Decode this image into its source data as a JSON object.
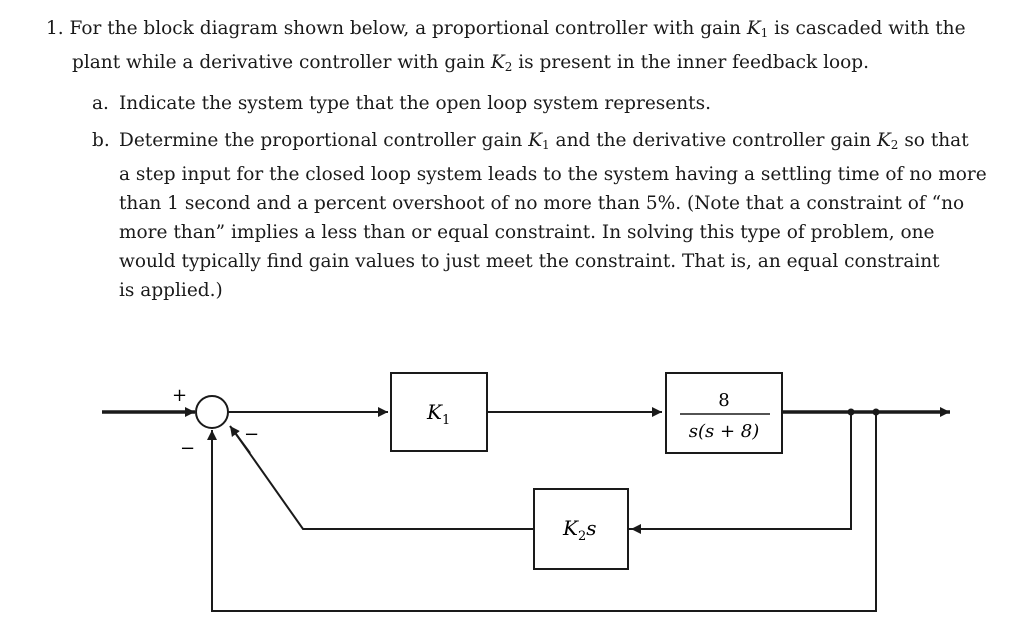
{
  "problem": {
    "number": "1.",
    "intro_line1_a": "For the block diagram shown below, a proportional controller with gain ",
    "intro_line1_var": "K",
    "intro_line1_sub": "1",
    "intro_line1_b": " is cascaded with the",
    "intro_line2_a": "plant while a derivative controller with gain ",
    "intro_line2_var": "K",
    "intro_line2_sub": "2",
    "intro_line2_b": " is present in the inner feedback loop.",
    "part_a": {
      "label": "a.",
      "text": "Indicate the system type that the open loop system represents."
    },
    "part_b": {
      "label": "b.",
      "line1_a": "Determine the proportional controller gain ",
      "line1_var1": "K",
      "line1_sub1": "1",
      "line1_b": " and the derivative controller gain ",
      "line1_var2": "K",
      "line1_sub2": "2",
      "line1_c": " so that",
      "line2": "a step input for the closed loop system leads to the system having a settling time of no more",
      "line3": "than 1 second and a percent overshoot of no more than 5%. (Note that a constraint of “no",
      "line4": "more than” implies a less than or equal constraint. In solving this type of problem, one",
      "line5": "would typically find gain values to just meet the constraint. That is, an equal constraint",
      "line6": "is applied.)"
    }
  },
  "diagram": {
    "plus_sign": "+",
    "minus_sign_outer": "−",
    "minus_sign_inner": "−",
    "controller_var": "K",
    "controller_sub": "1",
    "plant_numerator": "8",
    "plant_denominator": "s(s + 8)",
    "feedback_var": "K",
    "feedback_sub": "2",
    "feedback_s": "s"
  }
}
